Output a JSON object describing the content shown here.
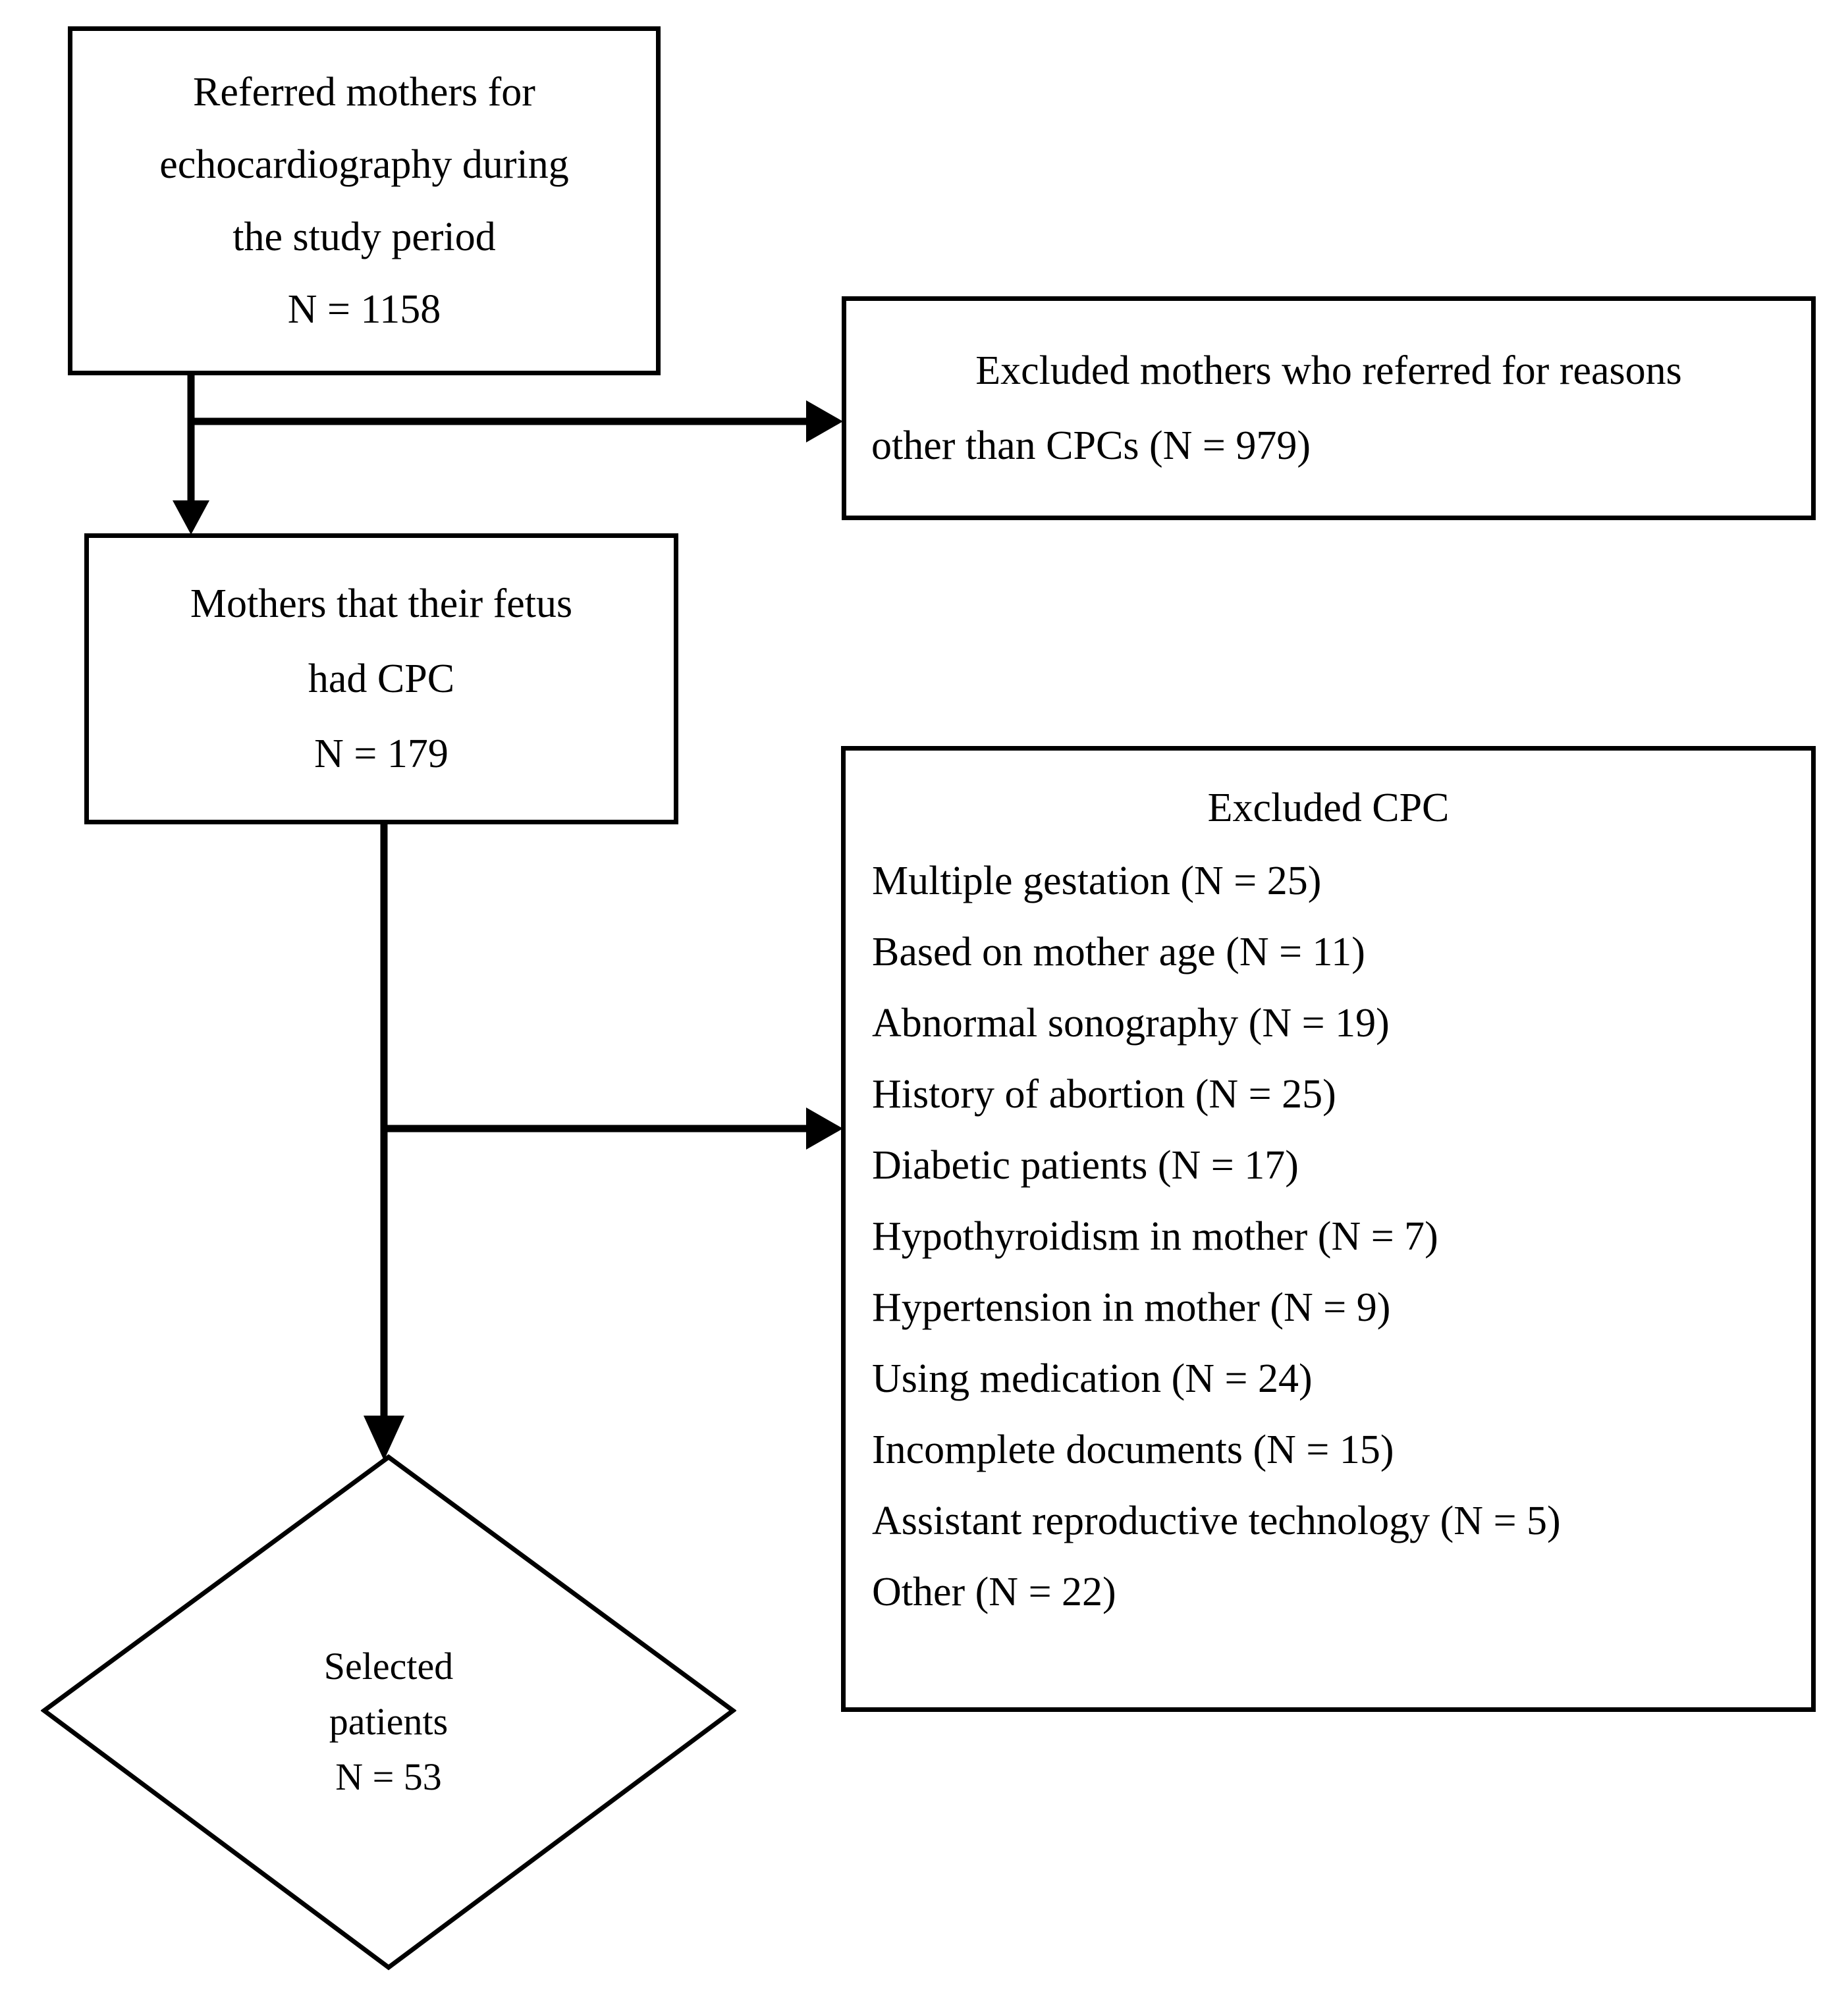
{
  "diagram": {
    "type": "flowchart",
    "orientation": "top-down-with-right-exclusions",
    "nodes": {
      "referred": {
        "shape": "rectangle",
        "lines": [
          "Referred mothers for",
          "echocardiography during",
          "the study period",
          "N = 1158"
        ]
      },
      "excluded_mothers": {
        "shape": "rectangle",
        "header": "Excluded mothers who referred for reasons",
        "subline": "other than CPCs (N = 979)"
      },
      "cpc": {
        "shape": "rectangle",
        "lines": [
          "Mothers that their fetus",
          "had CPC",
          "N = 179"
        ]
      },
      "excluded_cpc": {
        "shape": "rectangle",
        "title": "Excluded CPC",
        "items": [
          "Multiple gestation (N = 25)",
          "Based on mother age (N = 11)",
          "Abnormal sonography (N = 19)",
          "History of abortion (N = 25)",
          "Diabetic patients (N = 17)",
          "Hypothyroidism in mother (N = 7)",
          "Hypertension in mother (N = 9)",
          "Using medication (N = 24)",
          "Incomplete documents (N = 15)",
          "Assistant reproductive technology (N = 5)",
          "Other (N = 22)"
        ]
      },
      "selected": {
        "shape": "diamond",
        "lines": [
          "Selected",
          "patients",
          "N = 53"
        ]
      }
    },
    "edges": [
      {
        "from": "referred",
        "to": "excluded_mothers",
        "direction": "right"
      },
      {
        "from": "referred",
        "to": "cpc",
        "direction": "down"
      },
      {
        "from": "cpc",
        "to": "excluded_cpc",
        "direction": "right"
      },
      {
        "from": "cpc",
        "to": "selected",
        "direction": "down"
      }
    ],
    "colors": {
      "stroke": "#000000",
      "background": "#ffffff",
      "text": "#000000"
    }
  }
}
